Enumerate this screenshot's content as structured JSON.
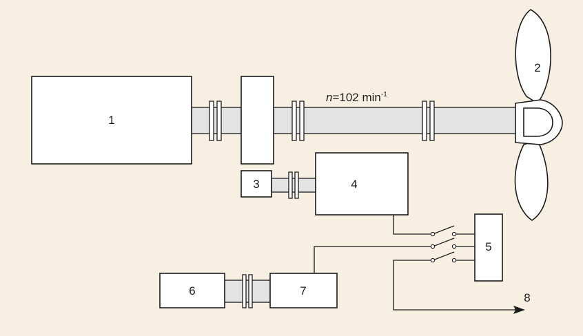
{
  "labels": {
    "engine": "1",
    "propeller": "2",
    "unit3": "3",
    "unit4": "4",
    "unit5": "5",
    "unit6": "6",
    "unit7": "7",
    "output": "8"
  },
  "speed": {
    "symbol": "n",
    "value": "=102 min",
    "exponent": "-1"
  },
  "colors": {
    "background": "#f7f0e2",
    "shaft": "#e3e3e3",
    "line": "#1a1a1a",
    "box": "#ffffff"
  }
}
